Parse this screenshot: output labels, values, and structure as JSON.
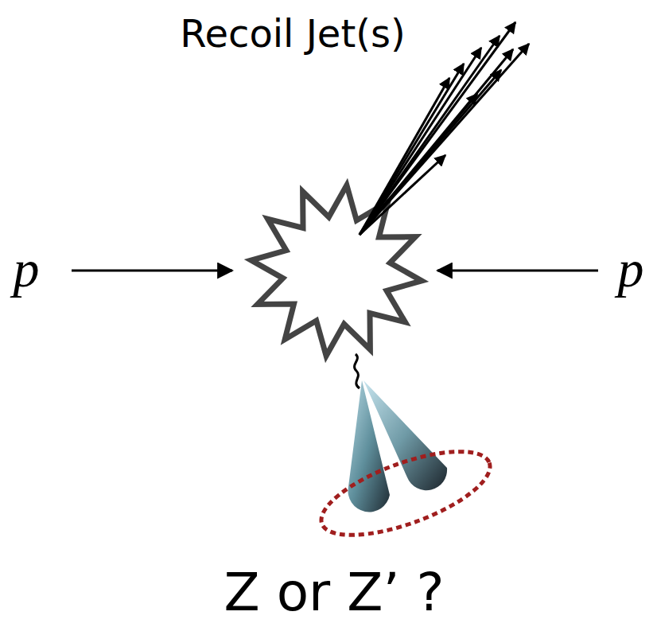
{
  "diagram": {
    "labels": [
      "Recoil Jet(s)",
      "p",
      "p",
      "Z or Z’ ?"
    ]
  }
}
